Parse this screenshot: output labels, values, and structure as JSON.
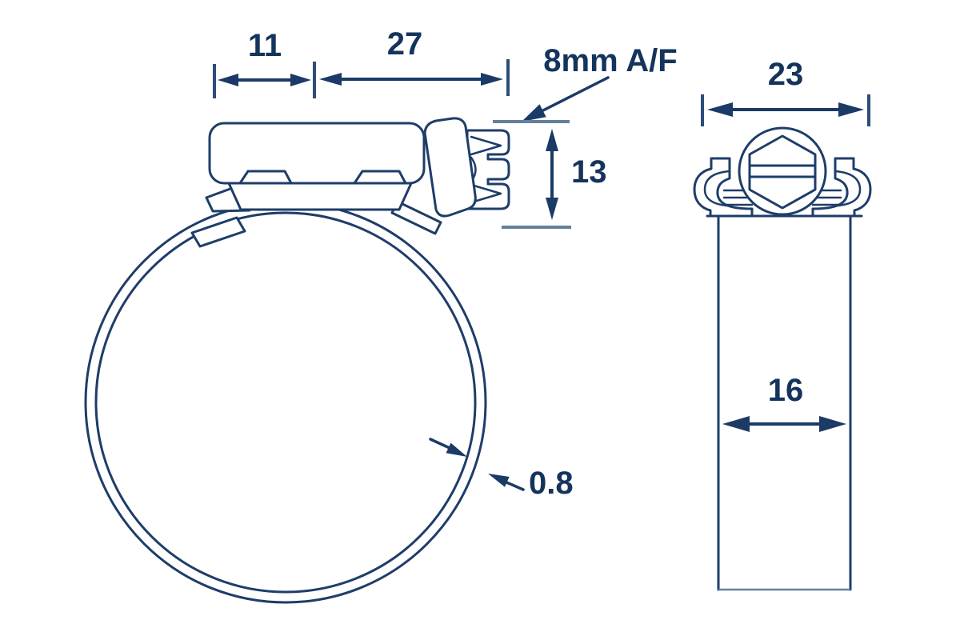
{
  "drawing": {
    "subject": "worm-drive hose clamp technical drawing",
    "background_color": "#ffffff",
    "line_color": "#1e3d69",
    "light_line_color": "#647f9e",
    "text_color": "#14345c"
  },
  "side_view": {
    "name": "side view of clamp with worm screw housing and band loop",
    "dims": {
      "band_tail_length": "11",
      "housing_length": "27",
      "screw_hex_size": "8mm A/F",
      "screw_head_height": "13",
      "band_thickness": "0.8"
    }
  },
  "end_view": {
    "name": "end view of clamp head and band",
    "dims": {
      "head_overall_width": "23",
      "band_width": "16"
    }
  }
}
